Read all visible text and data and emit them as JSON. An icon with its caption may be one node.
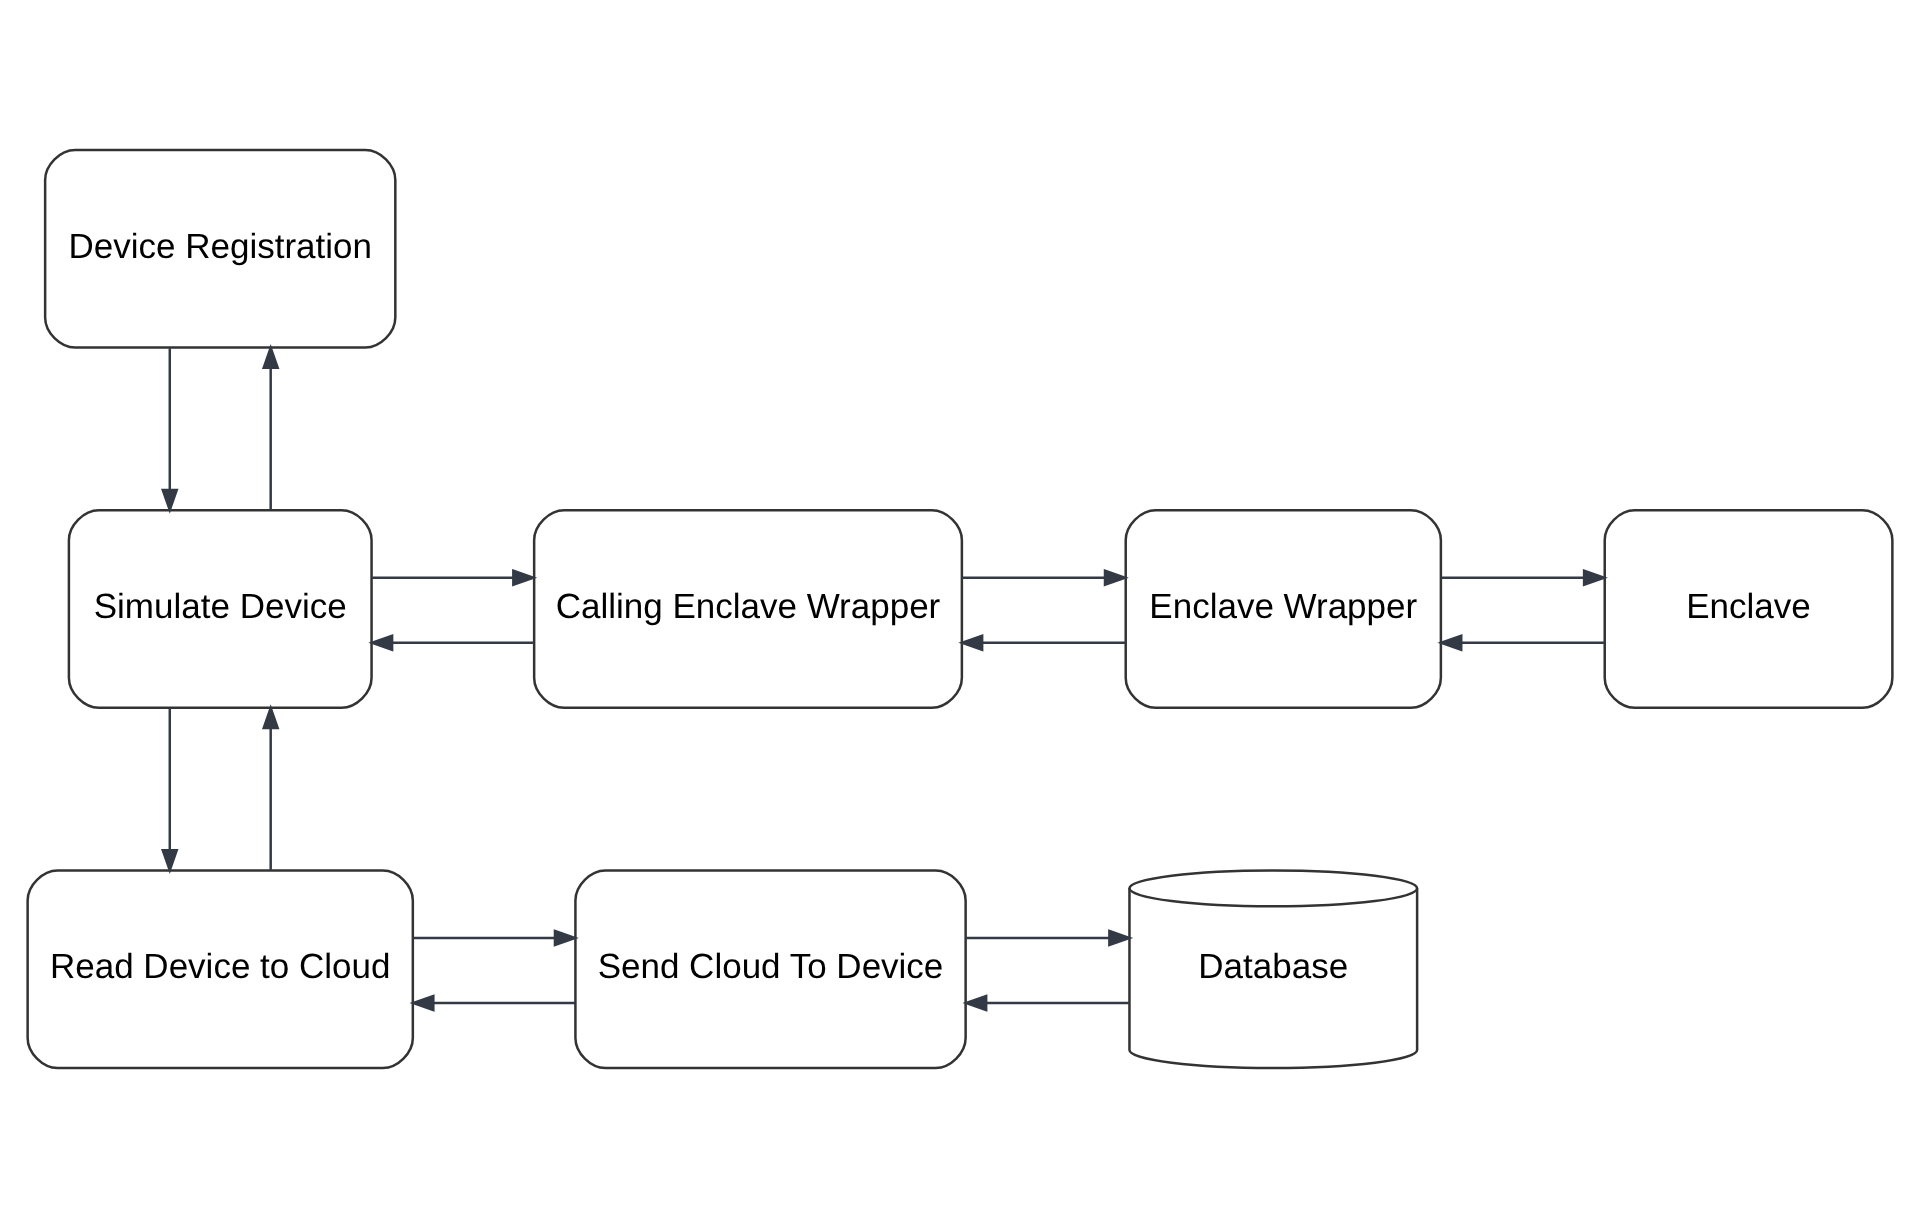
{
  "diagram": {
    "nodes": [
      {
        "text": [
          "Device Registration"
        ]
      },
      {
        "text": [
          "Simulate Device"
        ]
      },
      {
        "text": [
          "Calling Enclave Wrapper"
        ]
      },
      {
        "text": [
          "Enclave Wrapper"
        ]
      },
      {
        "text": [
          "Enclave"
        ]
      },
      {
        "text": [
          "Read Device to Cloud"
        ]
      },
      {
        "text": [
          "Send Cloud To Device"
        ]
      },
      {
        "text": [
          "Database"
        ]
      }
    ],
    "edges": [
      {
        "from": 1,
        "to": 0,
        "arrow": "to"
      },
      {
        "from": 0,
        "to": 1,
        "arrow": "to"
      },
      {
        "from": 1,
        "to": 2,
        "arrow": "to"
      },
      {
        "from": 2,
        "to": 1,
        "arrow": "to"
      },
      {
        "from": 2,
        "to": 3,
        "arrow": "to"
      },
      {
        "from": 3,
        "to": 2,
        "arrow": "to"
      },
      {
        "from": 3,
        "to": 4,
        "arrow": "to"
      },
      {
        "from": 4,
        "to": 3,
        "arrow": "to"
      },
      {
        "from": 5,
        "to": 1,
        "arrow": "to"
      },
      {
        "from": 1,
        "to": 5,
        "arrow": "to"
      },
      {
        "from": 5,
        "to": 6,
        "arrow": "to"
      },
      {
        "from": 6,
        "to": 5,
        "arrow": "to"
      },
      {
        "from": 6,
        "to": 7,
        "arrow": "to"
      },
      {
        "from": 7,
        "to": 6,
        "arrow": "to"
      }
    ]
  }
}
